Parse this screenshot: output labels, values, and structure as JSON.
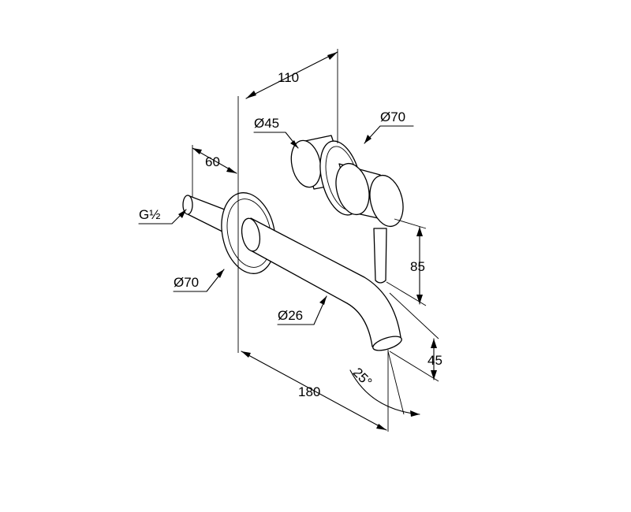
{
  "dimensions": {
    "width_110": "110",
    "inlet_dia_45": "Ø45",
    "rosette_dia_70_top": "Ø70",
    "depth_60": "60",
    "thread_g": "G½",
    "rosette_dia_70_left": "Ø70",
    "height_85": "85",
    "spout_dia_26": "Ø26",
    "spout_drop_45": "45",
    "spout_length_180": "180",
    "angle_25": "25°"
  }
}
